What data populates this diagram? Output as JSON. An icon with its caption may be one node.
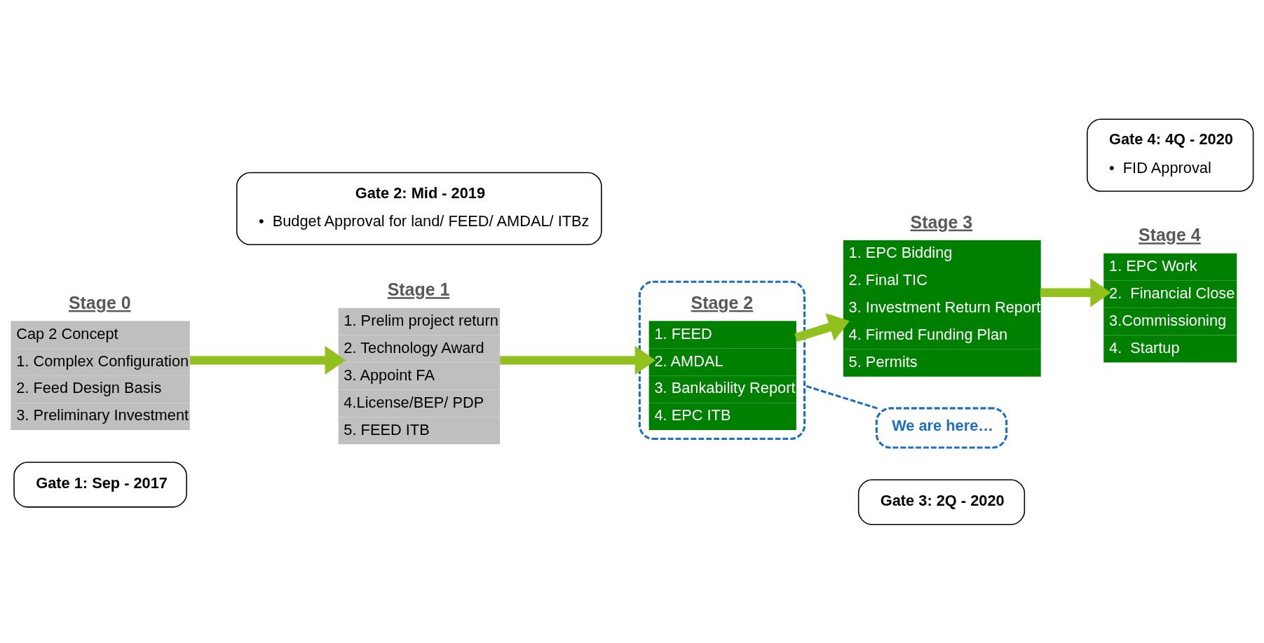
{
  "diagram": {
    "nodes": [
      {
        "text": [
          "Gate 1: Sep - 2017"
        ]
      },
      {
        "text": [
          "Gate 3: 2Q - 2020"
        ]
      },
      {
        "text": [
          "Stage 0",
          "Cap 2 Concept",
          "1. Complex Configuration",
          "2. Feed Design Basis",
          "3. Preliminary Investment"
        ]
      },
      {
        "text": [
          "Stage 1",
          "1. Prelim project return",
          "2. Technology Award",
          "3. Appoint FA",
          "4.License/BEP/ PDP",
          "5. FEED ITB"
        ]
      },
      {
        "text": [],
        "shape": "box"
      },
      {
        "text": [
          "Stage 2",
          "1. FEED",
          "2. AMDAL",
          "3. Bankability Report",
          "4. EPC ITB"
        ],
        "in": 4
      },
      {
        "text": [
          "Stage 3",
          "1. EPC Bidding",
          "2. Final TIC",
          "3. Investment Return Report",
          "4. Firmed Funding Plan",
          "5. Permits"
        ]
      },
      {
        "text": [
          "Stage 4",
          "1. EPC Work",
          "2.  Financial Close",
          "3.Commissioning",
          "4.  Startup"
        ]
      },
      {
        "text": [
          "Gate 2: Mid - 2019",
          "•  Budget Approval for land/ FEED/ AMDAL/ ITBz"
        ]
      },
      {
        "text": [
          "We are here…"
        ]
      },
      {
        "text": [
          "Gate 4: 4Q - 2020",
          "•  FID Approval"
        ]
      }
    ],
    "edges": [
      {
        "from": 2,
        "to": 3,
        "arrow": "to"
      },
      {
        "from": 3,
        "to": 5,
        "arrow": "to"
      },
      {
        "from": 5,
        "to": 6,
        "arrow": "to"
      },
      {
        "from": 6,
        "to": 7,
        "arrow": "to"
      },
      {
        "from": 9,
        "to": 4,
        "arrow": "none",
        "style": "dashed",
        "color": "#1f6fc0"
      }
    ]
  }
}
